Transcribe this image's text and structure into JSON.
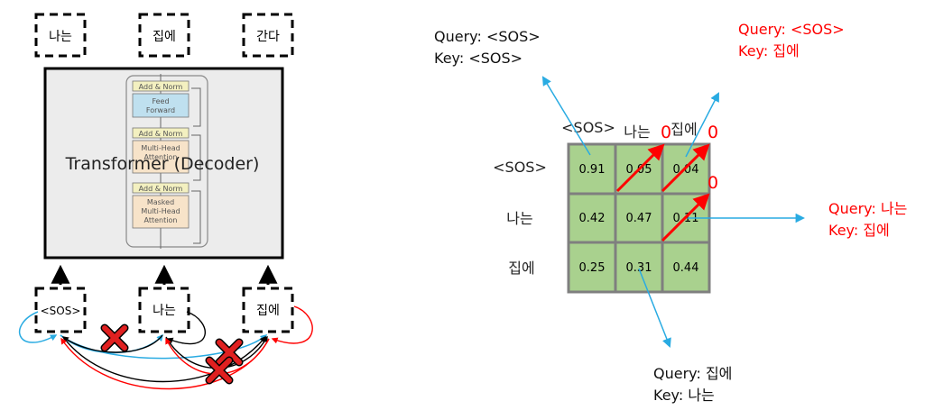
{
  "decoder": {
    "title": "Transformer (Decoder)",
    "outputs": [
      "나는",
      "집에",
      "간다"
    ],
    "inputs": [
      "<SOS>",
      "나는",
      "집에"
    ],
    "inner_blocks": {
      "add_norm_top": "Add & Norm",
      "feed_forward_1": "Feed",
      "feed_forward_2": "Forward",
      "add_norm_mid": "Add & Norm",
      "multi_head_1": "Multi-Head",
      "multi_head_2": "Attention",
      "add_norm_low": "Add & Norm",
      "masked_1": "Masked",
      "masked_2": "Multi-Head",
      "masked_3": "Attention"
    }
  },
  "matrix": {
    "col_headers": [
      "<SOS>",
      "나는",
      "집에"
    ],
    "row_headers": [
      "<SOS>",
      "나는",
      "집에"
    ],
    "values": [
      [
        "0.91",
        "0.05",
        "0.04"
      ],
      [
        "0.42",
        "0.47",
        "0.11"
      ],
      [
        "0.25",
        "0.31",
        "0.44"
      ]
    ],
    "masked_value": "0",
    "cell_color": "#a9d18e"
  },
  "annotations": {
    "top_left_query": "Query: <SOS>",
    "top_left_key": "Key: <SOS>",
    "top_right_query": "Query: <SOS>",
    "top_right_key": "Key: 집에",
    "right_query": "Query: 나는",
    "right_key": "Key: 집에",
    "bottom_query": "Query: 집에",
    "bottom_key": "Key: 나는"
  },
  "colors": {
    "mask_red": "#ff0000",
    "blue_arrow": "#29abe2",
    "cross_red": "#e02020"
  }
}
